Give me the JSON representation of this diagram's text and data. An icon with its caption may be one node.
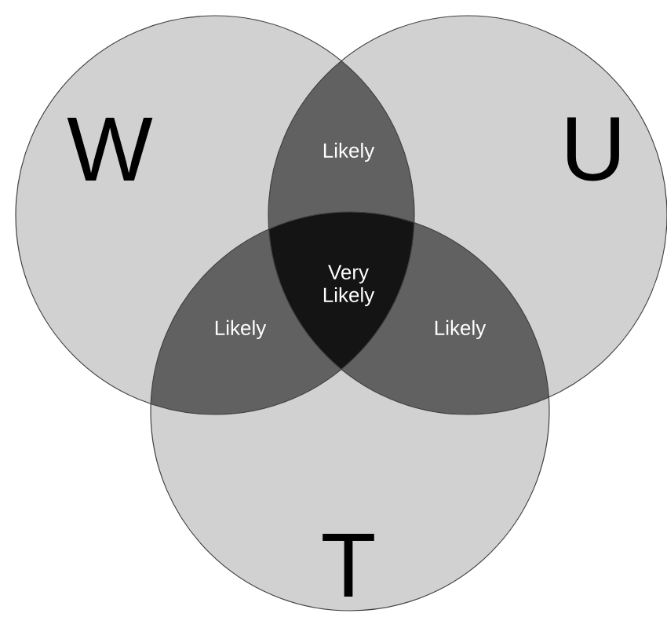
{
  "diagram": {
    "nodes": [
      {
        "text": [
          "W"
        ]
      },
      {
        "text": [
          "U"
        ]
      },
      {
        "text": [
          "T"
        ]
      }
    ],
    "labels": [
      "Likely",
      "Very Likely",
      "Likely",
      "Likely"
    ]
  }
}
